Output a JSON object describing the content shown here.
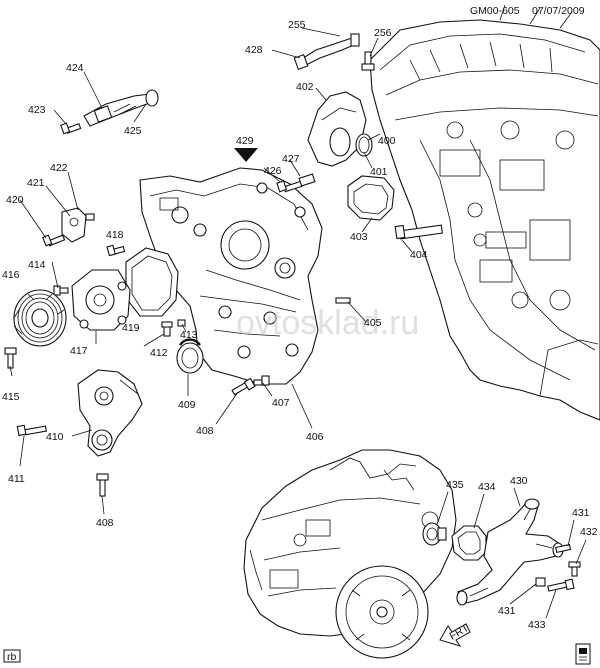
{
  "header": {
    "diagram_code": "GM00-605",
    "date": "07/07/2009"
  },
  "watermark": "ovtosklad.ru",
  "corner_mark": "rb",
  "front_indicator": "FRT",
  "callouts": {
    "c255": "255",
    "c256": "256",
    "c428": "428",
    "c424": "424",
    "c423": "423",
    "c425": "425",
    "c402": "402",
    "c400": "400",
    "c429": "429",
    "c427": "427",
    "c426": "426",
    "c401": "401",
    "c422": "422",
    "c421": "421",
    "c420": "420",
    "c418": "418",
    "c403": "403",
    "c404": "404",
    "c416": "416",
    "c414": "414",
    "c405": "405",
    "c419": "419",
    "c413": "413",
    "c412": "412",
    "c417": "417",
    "c415": "415",
    "c409": "409",
    "c407": "407",
    "c408a": "408",
    "c406": "406",
    "c410": "410",
    "c411": "411",
    "c408b": "408",
    "c435": "435",
    "c434": "434",
    "c430": "430",
    "c431a": "431",
    "c432": "432",
    "c431b": "431",
    "c433": "433"
  }
}
